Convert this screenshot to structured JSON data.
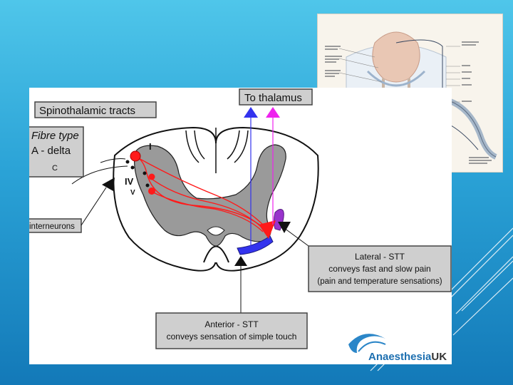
{
  "diagram": {
    "title": "Spinothalamic tracts",
    "to_thalamus": "To thalamus",
    "fibre_type": {
      "heading": "Fibre type",
      "line1": "A - delta",
      "line2": "C"
    },
    "laminae": {
      "lamina_1": "I",
      "lamina_4": "IV",
      "lamina_5": "V"
    },
    "interneurons": "interneurons",
    "lateral_stt": {
      "title": "Lateral - STT",
      "line1": "conveys fast and slow pain",
      "line2": "(pain and temperature sensations)"
    },
    "anterior_stt": {
      "title": "Anterior - STT",
      "line1": "conveys sensation of simple touch"
    },
    "logo": {
      "text_left": "Anaesthesia",
      "text_right": "UK"
    },
    "colors": {
      "lateral_tract": "#ff1a1a",
      "anterior_tract": "#3333ee",
      "ascending_pink": "#ee22ee",
      "grey_matter": "#9a9a9a"
    }
  }
}
